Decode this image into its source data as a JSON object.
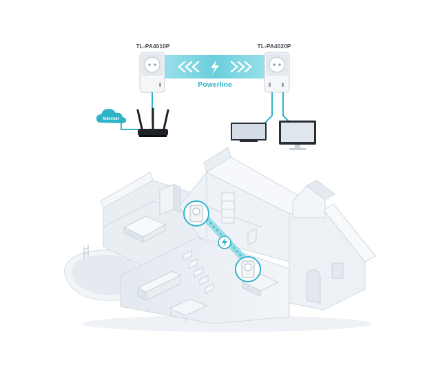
{
  "diagram": {
    "adapter_left_label": "TL-PA4010P",
    "adapter_right_label": "TL-PA4020P",
    "link_label": "Powerline",
    "cloud_label": "Internet",
    "link_icon": "lightning-bolt-icon",
    "colors": {
      "accent": "#2fb3c9",
      "link_band": "#7fd6e3",
      "adapter_body": "#f2f4f6",
      "house_wall": "#e7ecf2",
      "house_roof": "#f3f6f9",
      "device_dark": "#1f2227"
    }
  }
}
